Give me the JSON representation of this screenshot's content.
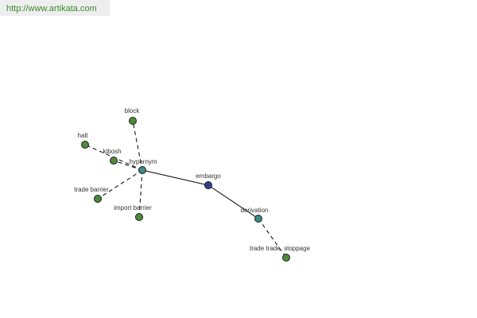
{
  "watermark": "http://www.artikata.com",
  "colors": {
    "leaf": "#4e8a3a",
    "relation": "#3f8a86",
    "root": "#2d3f8a",
    "edge": "#000000"
  },
  "graph": {
    "root": "embargo",
    "relations": [
      "hypernym",
      "derivation"
    ],
    "leaves": [
      "block",
      "halt",
      "kibosh",
      "trade barrier",
      "import barrier",
      "trade, trade stoppage"
    ],
    "edges": [
      {
        "from": "embargo",
        "to": "hypernym",
        "style": "solid"
      },
      {
        "from": "embargo",
        "to": "derivation",
        "style": "solid"
      },
      {
        "from": "hypernym",
        "to": "block",
        "style": "dashed"
      },
      {
        "from": "hypernym",
        "to": "halt",
        "style": "dashed"
      },
      {
        "from": "hypernym",
        "to": "kibosh",
        "style": "dashed"
      },
      {
        "from": "hypernym",
        "to": "trade barrier",
        "style": "dashed"
      },
      {
        "from": "hypernym",
        "to": "import barrier",
        "style": "dashed"
      },
      {
        "from": "derivation",
        "to": "trade, trade stoppage",
        "style": "dashed"
      }
    ]
  }
}
